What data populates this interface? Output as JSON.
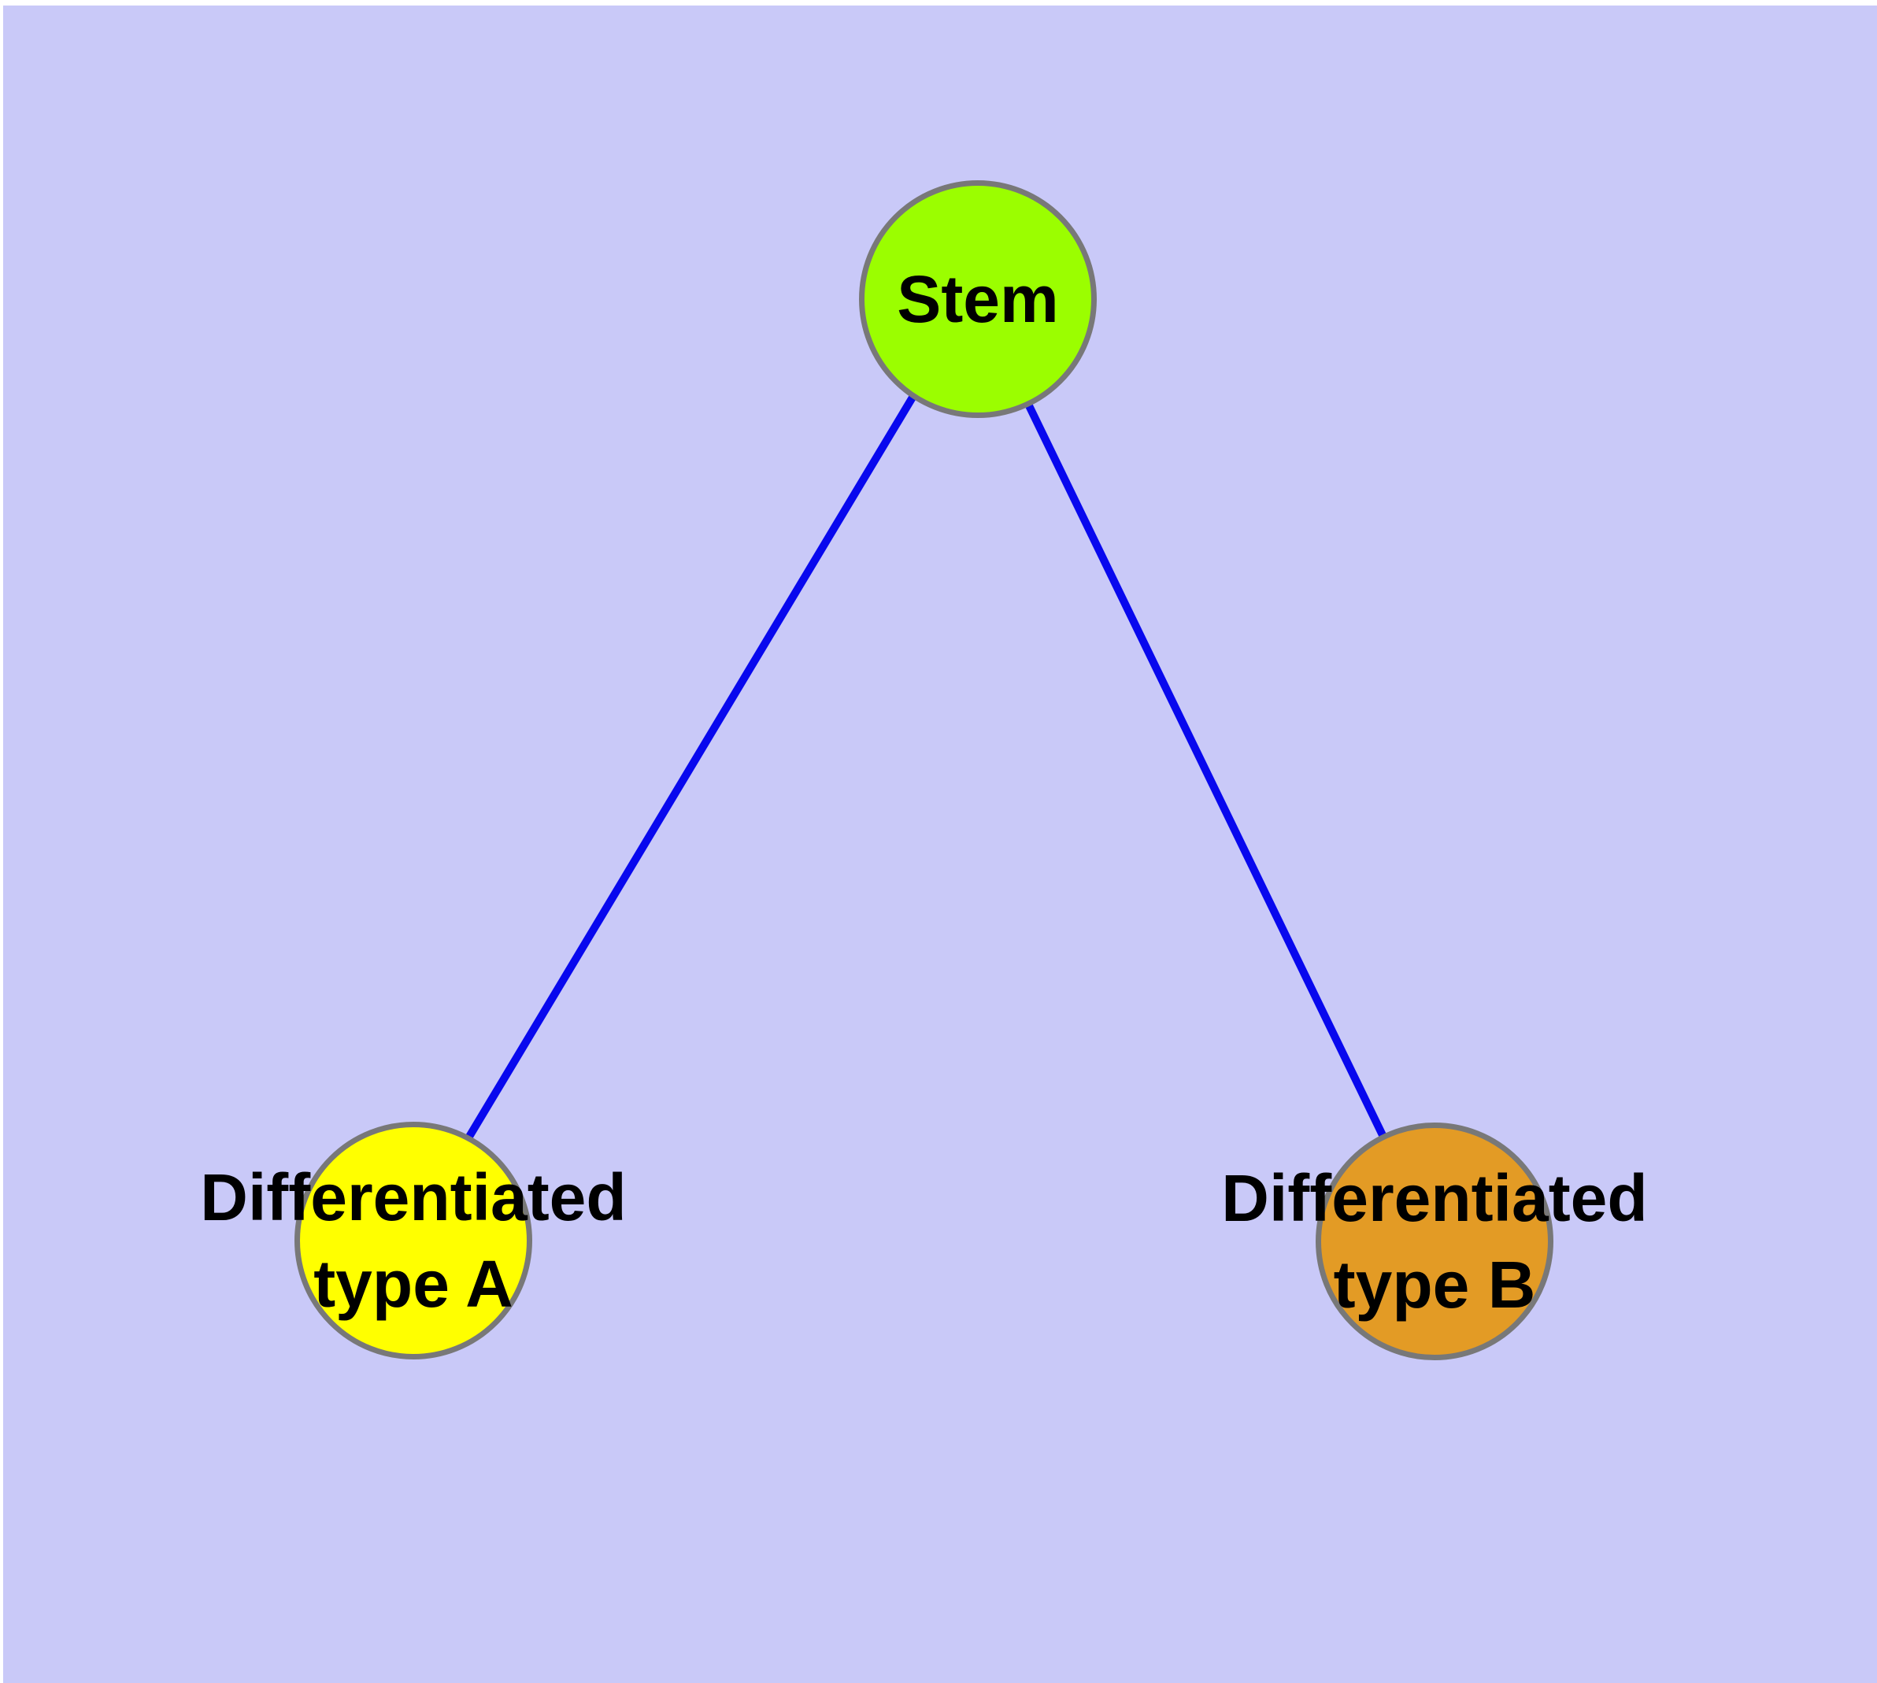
{
  "colors": {
    "background": "#C9C9F8",
    "page-margin": "#FFFFFF",
    "edge": "#0808EE",
    "node-border": "#787878",
    "node-stem-fill": "#9BFE00",
    "node-a-fill": "#FFFF00",
    "node-b-fill": "#E39B25",
    "label-text": "#000000"
  },
  "diagram": {
    "type": "node-link-graph",
    "nodes": [
      {
        "id": "stem",
        "label": "Stem",
        "shape": "circle"
      },
      {
        "id": "differentiated-type-a",
        "label_line1": "Differentiated",
        "label_line2": "type A",
        "shape": "circle"
      },
      {
        "id": "differentiated-type-b",
        "label_line1": "Differentiated",
        "label_line2": "type B",
        "shape": "circle"
      }
    ],
    "edges": [
      {
        "from": "stem",
        "to": "differentiated-type-a"
      },
      {
        "from": "stem",
        "to": "differentiated-type-b"
      }
    ]
  }
}
